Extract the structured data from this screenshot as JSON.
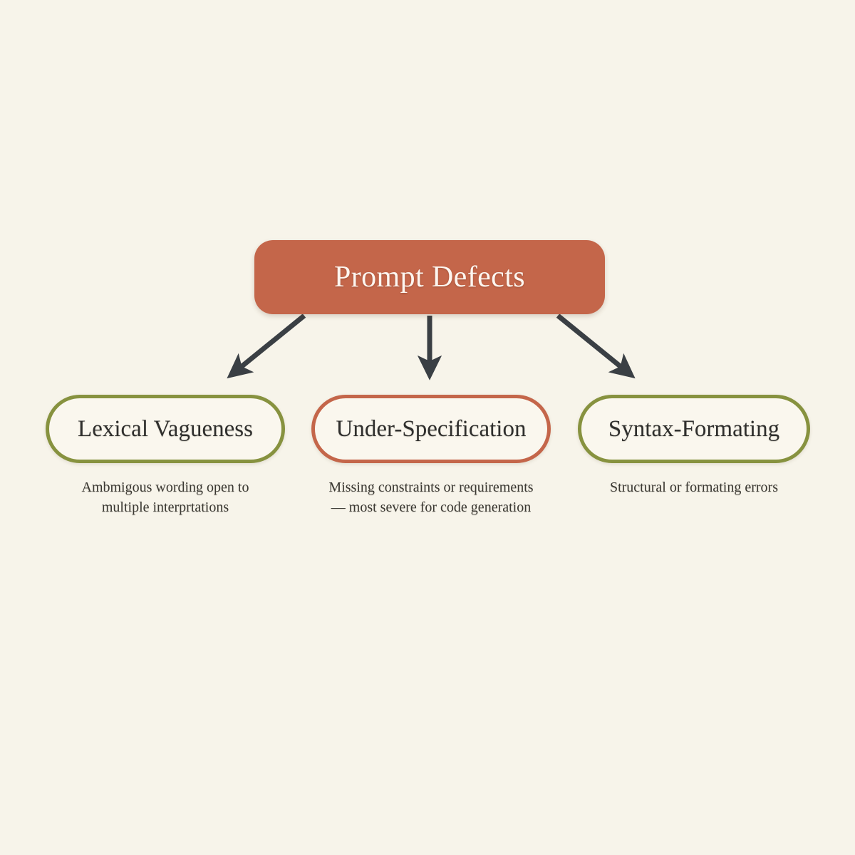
{
  "diagram": {
    "title": "Prompt Defects",
    "background_color": "#f7f4ea",
    "root": {
      "label": "Prompt Defects",
      "fill_color": "#c4664a",
      "text_color": "#fdf6f0"
    },
    "children": [
      {
        "id": "lexical-vagueness",
        "label": "Lexical Vagueness",
        "border_color": "#87923f",
        "caption_lines": [
          "Ambmigous wording open to",
          "multiple interprtations"
        ]
      },
      {
        "id": "under-specification",
        "label": "Under-Specification",
        "border_color": "#c4664a",
        "caption_lines": [
          "Missing constraints or requirements",
          "— most severe for code generation"
        ]
      },
      {
        "id": "syntax-formating",
        "label": "Syntax-Formating",
        "border_color": "#87923f",
        "caption_lines": [
          "Structural or formating errors"
        ]
      }
    ],
    "edges": {
      "color": "#3a3f44",
      "arrow_count": 3
    }
  }
}
